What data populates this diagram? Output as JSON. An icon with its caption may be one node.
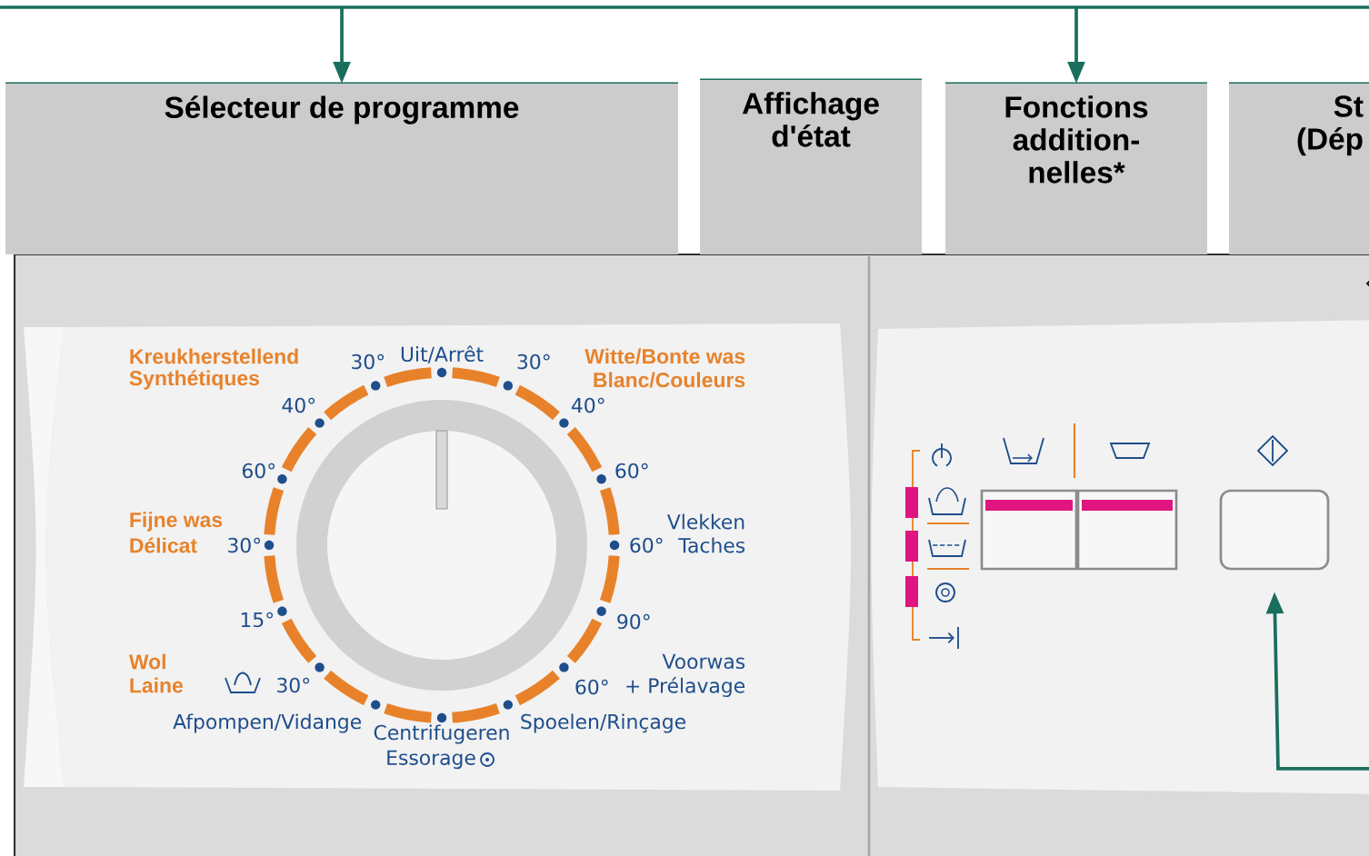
{
  "diagram": {
    "nodes": [
      {
        "text": [
          "Sélecteur de programme"
        ]
      },
      {
        "text": [
          "Affichage d'état"
        ]
      },
      {
        "text": [
          "Fonctions addition- nelles*"
        ]
      },
      {
        "text": [
          "St (Dép"
        ]
      },
      {
        "text": [],
        "shape": "box"
      },
      {
        "text": [],
        "shape": "box"
      },
      {
        "text": [],
        "shape": "box"
      }
    ],
    "edges": [
      {
        "from": null,
        "to": 0,
        "arrow": "to"
      },
      {
        "from": null,
        "to": 2,
        "arrow": "to"
      },
      {
        "from": null,
        "to": 6,
        "arrow": "to"
      }
    ],
    "labels": [
      "Kreukherstellend",
      "Synthétiques",
      "30°",
      "Uit/Arrêt",
      "30°",
      "Witte/Bonte was",
      "Blanc/Couleurs",
      "40°",
      "40°",
      "60°",
      "60°",
      "Fijne was",
      "Délicat",
      "30°",
      "Vlekken",
      "60°",
      "Taches",
      "15°",
      "90°",
      "Wol",
      "Laine",
      "30°",
      "Voorwas",
      "60°",
      "+ Prélavage",
      "Afpompen/Vidange",
      "Centrifugeren",
      "Essorage",
      "Spoelen/Rinçage"
    ]
  }
}
